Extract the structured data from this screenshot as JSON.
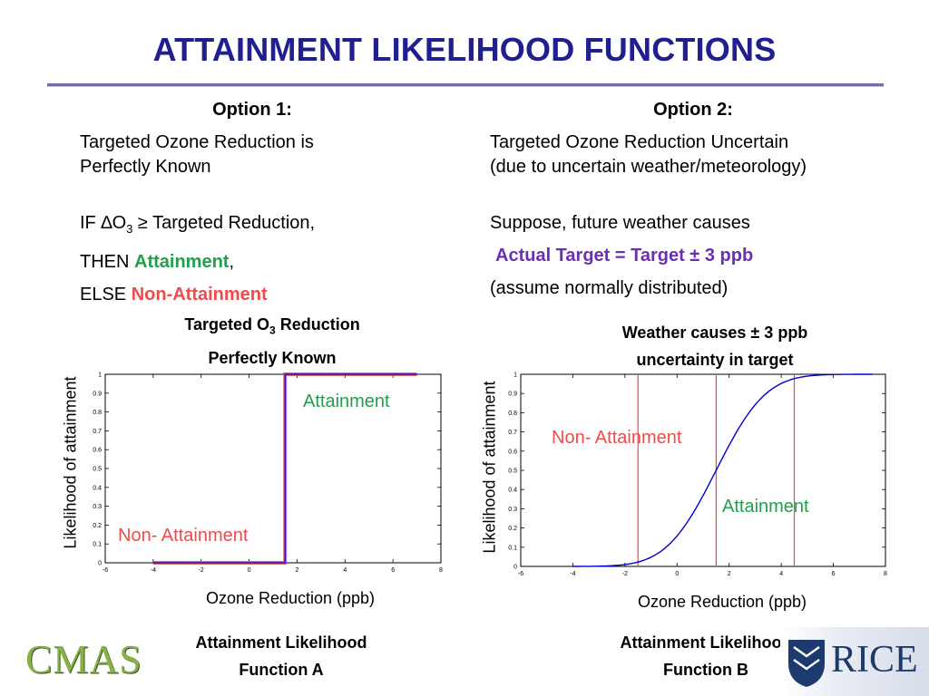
{
  "slide": {
    "title": "ATTAINMENT LIKELIHOOD FUNCTIONS",
    "option1": {
      "heading": "Option 1:",
      "line1": "Targeted Ozone Reduction is",
      "line2": "Perfectly Known",
      "if_prefix": "IF ",
      "delta": "∆O",
      "sub": "3",
      "if_suffix": " ≥ Targeted Reduction,",
      "then_prefix": "THEN ",
      "then_word": "Attainment",
      "then_suffix": ",",
      "else_prefix": "ELSE ",
      "else_word": "Non-Attainment"
    },
    "option2": {
      "heading": "Option 2:",
      "line1": "Targeted Ozone Reduction Uncertain",
      "line2": "(due to uncertain weather/meteorology)",
      "suppose": "Suppose, future weather causes",
      "actual": "Actual Target = Target ± 3 ppb",
      "assume": "(assume normally distributed)"
    },
    "chartA": {
      "title1_pre": "Targeted O",
      "title1_sub": "3",
      "title1_post": " Reduction",
      "title2": "Perfectly Known",
      "ylabel": "Likelihood of attainment",
      "xlabel": "Ozone Reduction (ppb)",
      "label_attain": "Attainment",
      "label_non": "Non- Attainment",
      "caption1": "Attainment Likelihood",
      "caption2": "Function A"
    },
    "chartB": {
      "title1": "Weather causes ± 3 ppb",
      "title2": "uncertainty in target",
      "ylabel": "Likelihood of attainment",
      "xlabel": "Ozone Reduction (ppb)",
      "label_non": "Non- Attainment",
      "label_attain": "Attainment",
      "caption1": "Attainment Likelihood",
      "caption2": "Function B"
    },
    "logos": {
      "left": "CMAS",
      "right": "RICE"
    },
    "colors": {
      "title": "#1f1f8f",
      "green": "#20a04a",
      "red": "#f04a4a",
      "purple": "#6b2fb0",
      "curve": "#0000cc",
      "overlay": "#e34a5a"
    }
  },
  "chart_data": [
    {
      "type": "line",
      "name": "Function A",
      "x": [
        -4,
        1.5,
        1.5,
        7
      ],
      "y": [
        0,
        0,
        1,
        1
      ],
      "xlim": [
        -6,
        8
      ],
      "ylim": [
        0,
        1
      ],
      "xticks": [
        -6,
        -4,
        -2,
        0,
        2,
        4,
        6,
        8
      ],
      "yticks": [
        0,
        0.1,
        0.2,
        0.3,
        0.4,
        0.5,
        0.6,
        0.7,
        0.8,
        0.9,
        1
      ],
      "xlabel": "Ozone Reduction (ppb)",
      "ylabel": "Likelihood of attainment",
      "step_at": 1.5
    },
    {
      "type": "line",
      "name": "Function B",
      "distribution": "normal CDF",
      "mean": 1.5,
      "sd": 1.5,
      "x_range": [
        -4,
        7.5
      ],
      "vlines": [
        -1.5,
        1.5,
        4.5
      ],
      "xlim": [
        -6,
        8
      ],
      "ylim": [
        0,
        1
      ],
      "xticks": [
        -6,
        -4,
        -2,
        0,
        2,
        4,
        6,
        8
      ],
      "yticks": [
        0,
        0.1,
        0.2,
        0.3,
        0.4,
        0.5,
        0.6,
        0.7,
        0.8,
        0.9,
        1
      ],
      "xlabel": "Ozone Reduction (ppb)",
      "ylabel": "Likelihood of attainment"
    }
  ]
}
